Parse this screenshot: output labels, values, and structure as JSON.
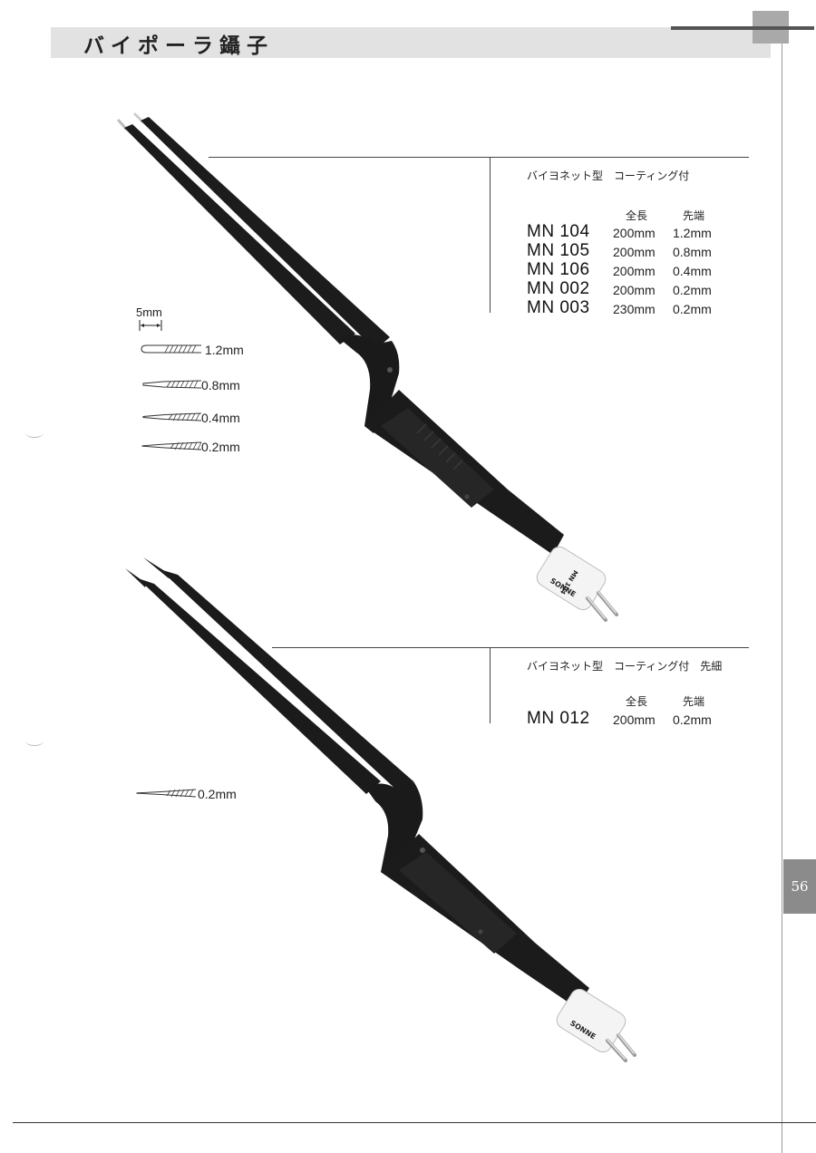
{
  "header": {
    "title": "バイポーラ鑷子",
    "page_number": "56"
  },
  "legend": {
    "scale_label": "5mm",
    "tips": [
      "1.2mm",
      "0.8mm",
      "0.4mm",
      "0.2mm"
    ],
    "tip_single": "0.2mm"
  },
  "spec1": {
    "label": "バイヨネット型　コーティング付",
    "col_length": "全長",
    "col_tip": "先端",
    "rows": [
      {
        "code": "MN 104",
        "length": "200mm",
        "tip": "1.2mm"
      },
      {
        "code": "MN 105",
        "length": "200mm",
        "tip": "0.8mm"
      },
      {
        "code": "MN 106",
        "length": "200mm",
        "tip": "0.4mm"
      },
      {
        "code": "MN 002",
        "length": "200mm",
        "tip": "0.2mm"
      },
      {
        "code": "MN 003",
        "length": "230mm",
        "tip": "0.2mm"
      }
    ]
  },
  "spec2": {
    "label": "バイヨネット型　コーティング付　先細",
    "col_length": "全長",
    "col_tip": "先端",
    "rows": [
      {
        "code": "MN 012",
        "length": "200mm",
        "tip": "0.2mm"
      }
    ]
  },
  "product_marks": {
    "brand": "SONNE",
    "model_top": "MN 104"
  },
  "colors": {
    "instrument": "#1b1b1b",
    "connector": "#f4f4f4",
    "band": "#e2e2e2",
    "page_tab": "#8b8b8b"
  }
}
